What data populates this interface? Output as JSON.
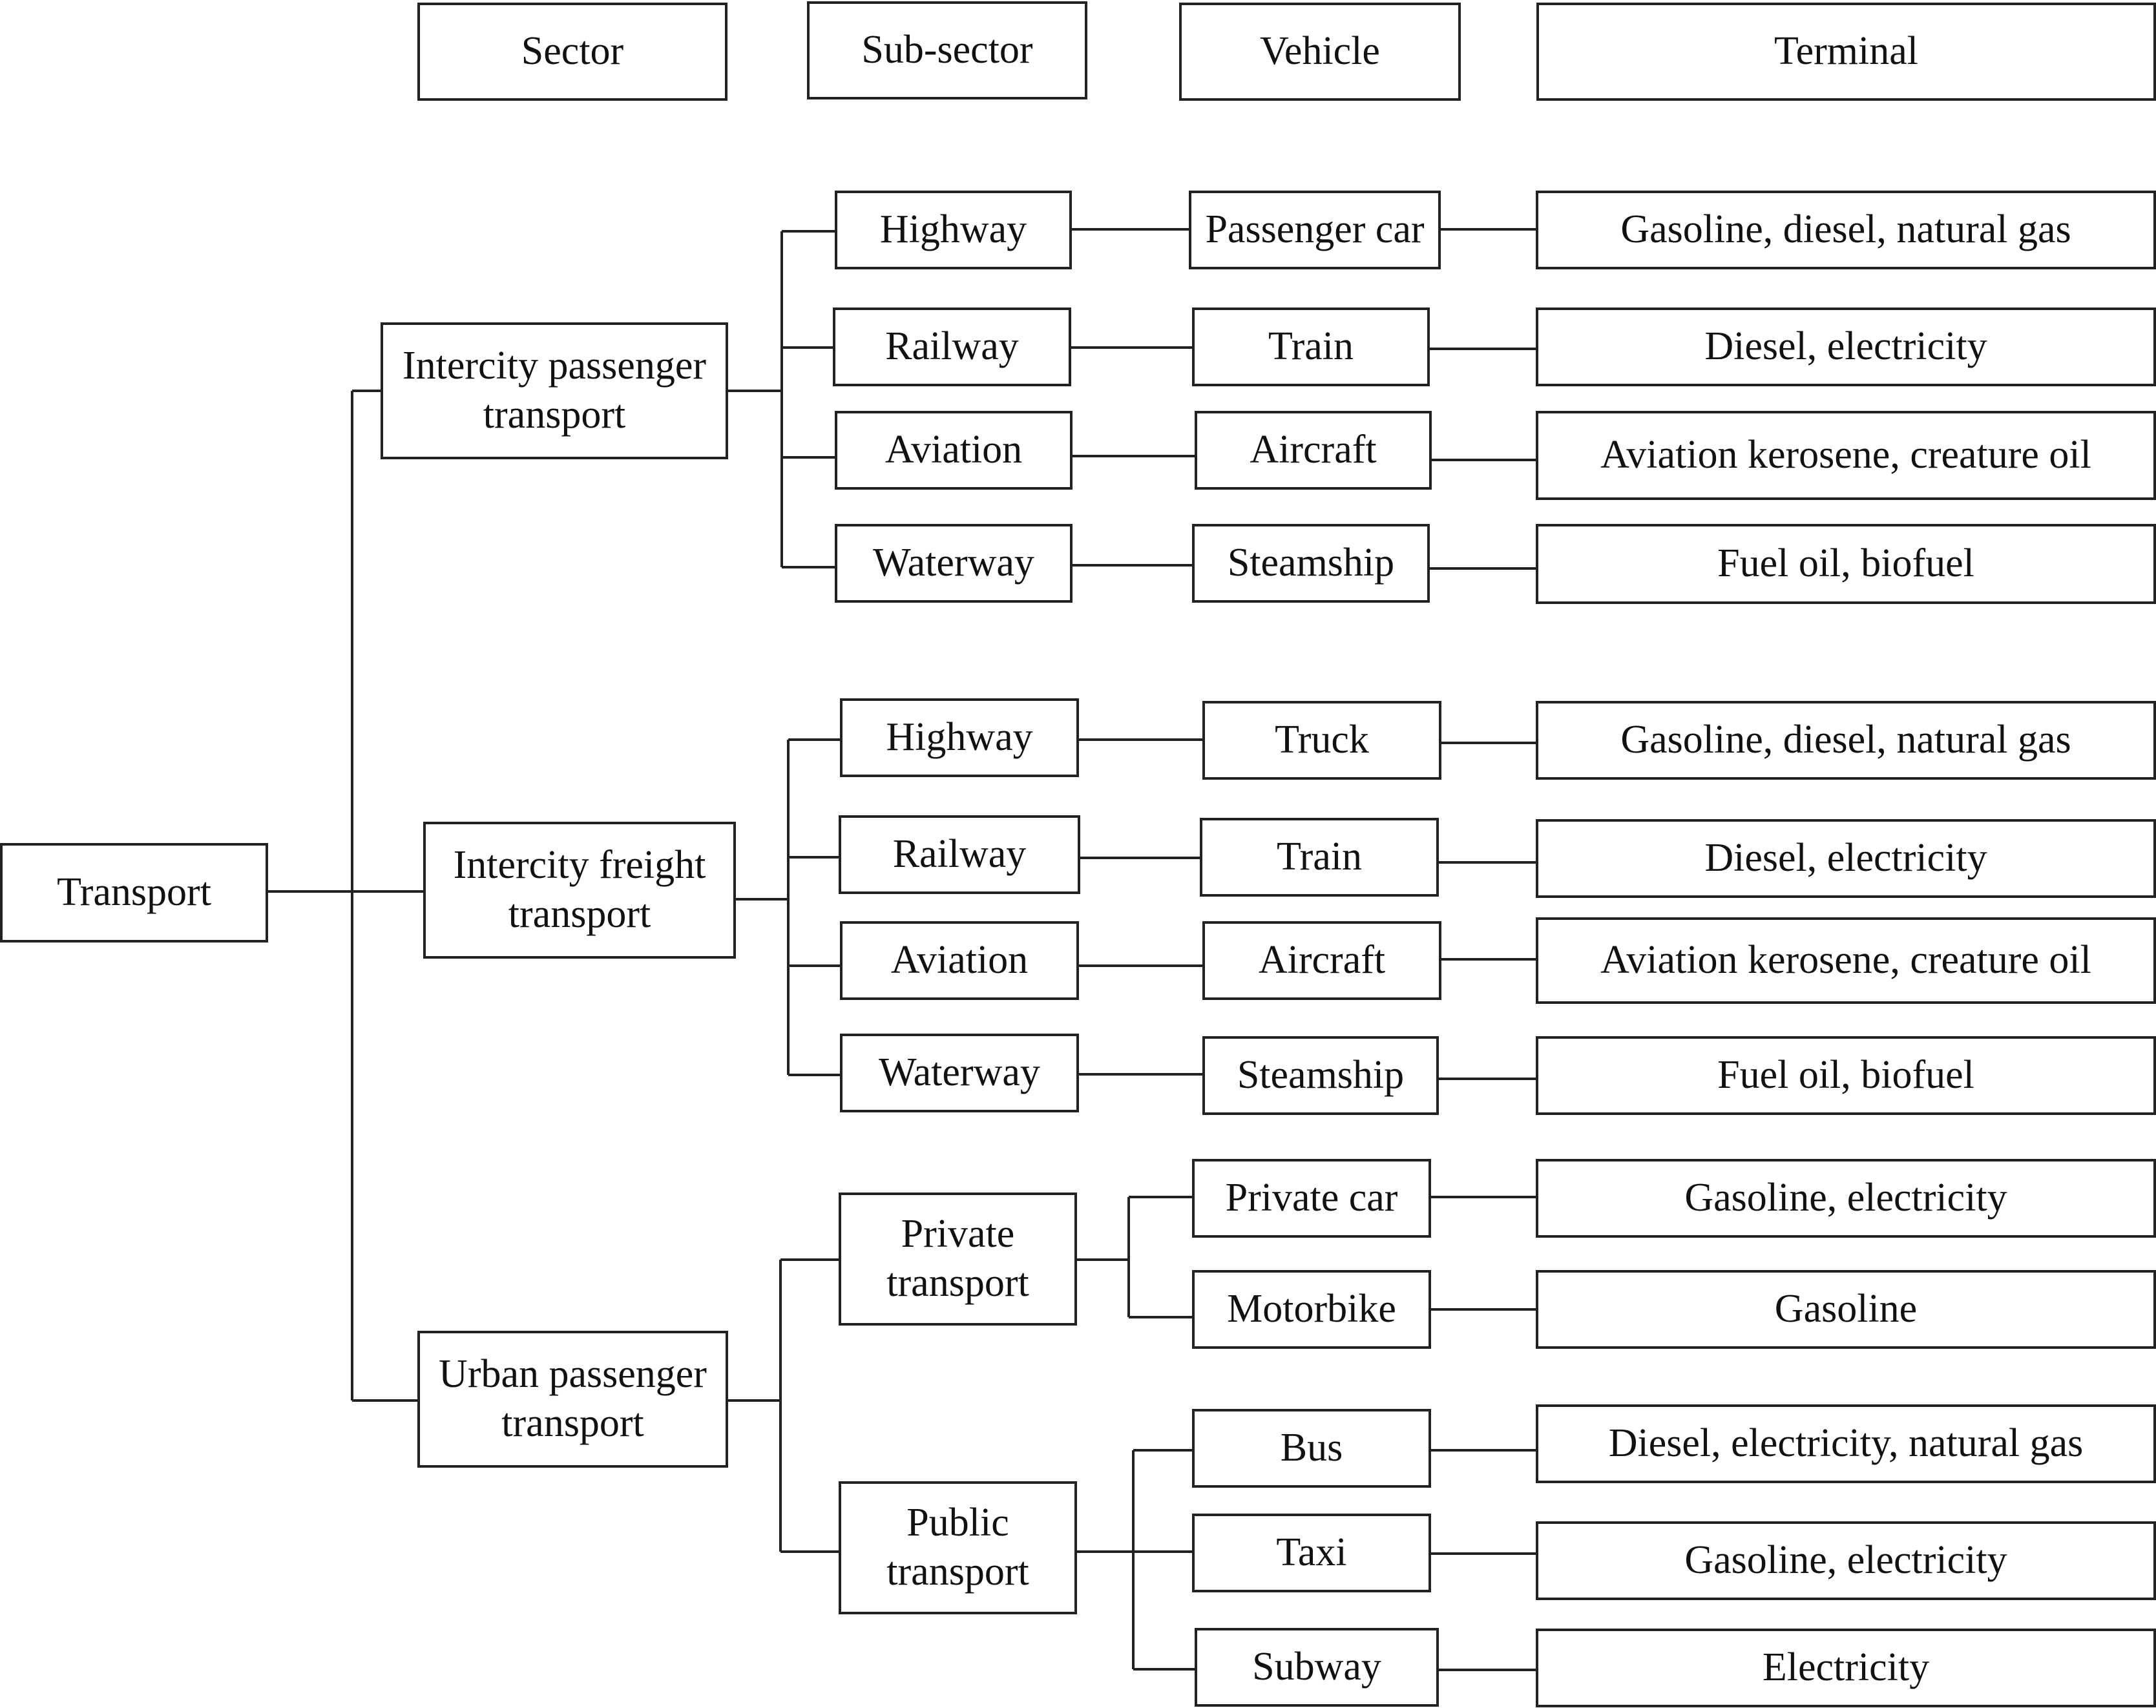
{
  "headers": {
    "sector": "Sector",
    "sub_sector": "Sub-sector",
    "vehicle": "Vehicle",
    "terminal": "Terminal"
  },
  "root": "Transport",
  "sectors": {
    "intercity_passenger": "Intercity passenger\ntransport",
    "intercity_freight": "Intercity freight\ntransport",
    "urban_passenger": "Urban passenger\ntransport"
  },
  "intercity_passenger": {
    "subsectors": [
      "Highway",
      "Railway",
      "Aviation",
      "Waterway"
    ],
    "vehicles": [
      "Passenger car",
      "Train",
      "Aircraft",
      "Steamship"
    ],
    "terminals": [
      "Gasoline, diesel, natural gas",
      "Diesel, electricity",
      "Aviation kerosene, creature oil",
      "Fuel oil, biofuel"
    ]
  },
  "intercity_freight": {
    "subsectors": [
      "Highway",
      "Railway",
      "Aviation",
      "Waterway"
    ],
    "vehicles": [
      "Truck",
      "Train",
      "Aircraft",
      "Steamship"
    ],
    "terminals": [
      "Gasoline, diesel, natural gas",
      "Diesel, electricity",
      "Aviation kerosene, creature oil",
      "Fuel oil, biofuel"
    ]
  },
  "urban_passenger": {
    "subsectors": [
      "Private\ntransport",
      "Public\ntransport"
    ],
    "private": {
      "vehicles": [
        "Private car",
        "Motorbike"
      ],
      "terminals": [
        "Gasoline, electricity",
        "Gasoline"
      ]
    },
    "public": {
      "vehicles": [
        "Bus",
        "Taxi",
        "Subway"
      ],
      "terminals": [
        "Diesel, electricity, natural gas",
        "Gasoline, electricity",
        "Electricity"
      ]
    }
  }
}
